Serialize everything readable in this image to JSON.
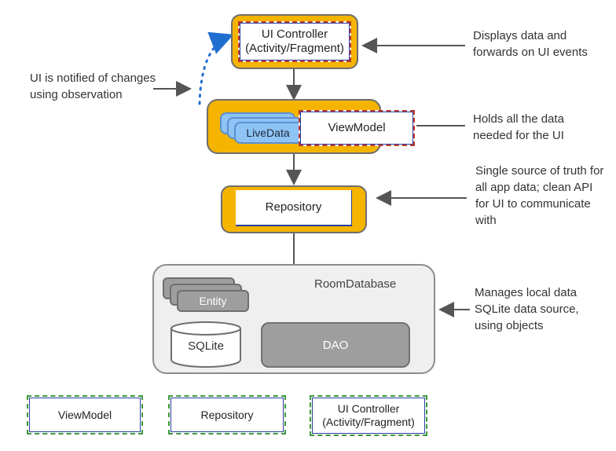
{
  "components": {
    "ui_controller": {
      "label": "UI Controller\n(Activity/Fragment)"
    },
    "viewmodel": {
      "label": "ViewModel"
    },
    "livedata": {
      "label": "LiveData"
    },
    "repository": {
      "label": "Repository"
    },
    "room_database": {
      "label": "RoomDatabase"
    },
    "entity": {
      "label": "Entity"
    },
    "sqlite": {
      "label": "SQLite"
    },
    "dao": {
      "label": "DAO"
    }
  },
  "annotations": {
    "observation": "UI is notified of changes\nusing observation",
    "ui_controller": "Displays data and\nforwards on UI events",
    "viewmodel": "Holds all the data\nneeded for the UI",
    "repository": "Single source of truth for\nall app data; clean API\nfor UI to communicate\nwith",
    "room": "Manages local data\nSQLite data source,\nusing objects"
  },
  "legend": [
    {
      "label": "ViewModel"
    },
    {
      "label": "Repository"
    },
    {
      "label": "UI Controller\n(Activity/Fragment)"
    }
  ],
  "colors": {
    "frame_yellow": "#f5b400",
    "livedata_blue": "#8ec3f5",
    "room_gray": "#efefef",
    "dao_gray": "#9e9e9e",
    "observe_arrow_blue": "#1f6fd1"
  }
}
